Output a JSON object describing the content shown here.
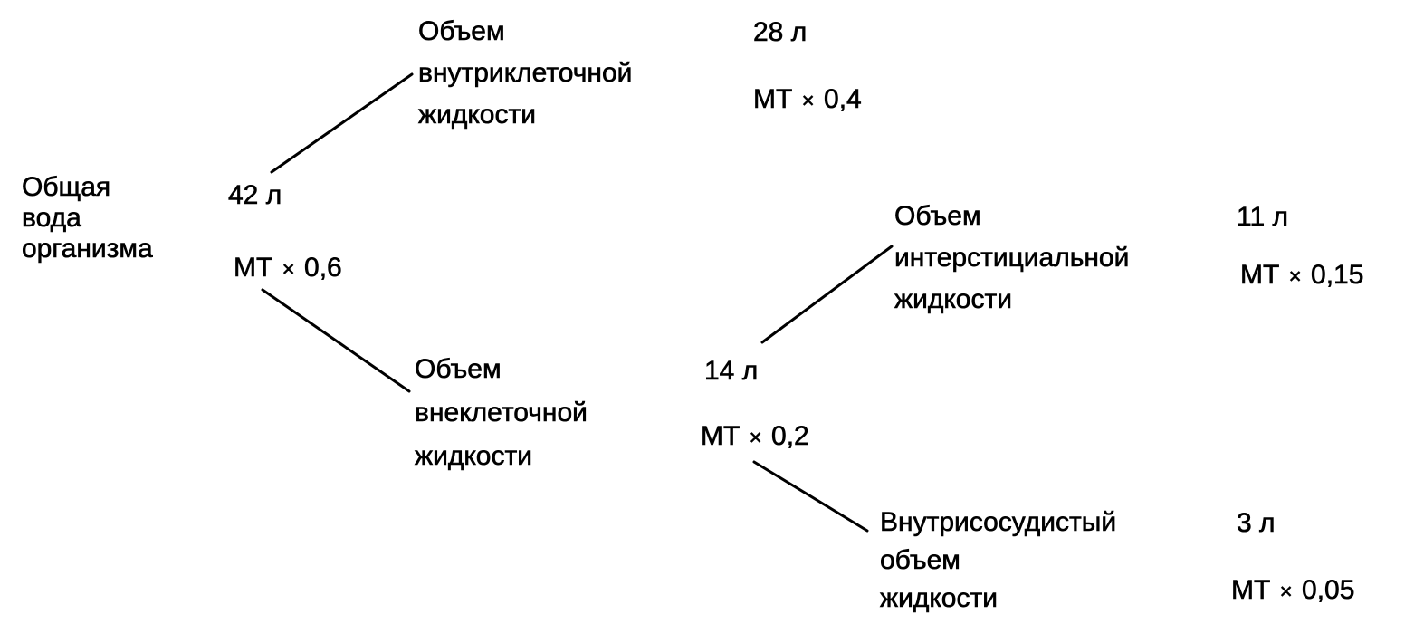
{
  "diagram": {
    "total": {
      "name_lines": [
        "Общая",
        "вода",
        "организма"
      ],
      "volume": "42 л",
      "formula": {
        "base": "МТ",
        "op": "×",
        "factor": "0,6"
      }
    },
    "intracellular": {
      "name_lines": [
        "Объем",
        "внутриклеточной",
        "жидкости"
      ],
      "volume": "28 л",
      "formula": {
        "base": "МТ",
        "op": "×",
        "factor": "0,4"
      }
    },
    "extracellular": {
      "name_lines": [
        "Объем",
        "внеклеточной",
        "жидкости"
      ],
      "volume": "14 л",
      "formula": {
        "base": "МТ",
        "op": "×",
        "factor": "0,2"
      }
    },
    "interstitial": {
      "name_lines": [
        "Объем",
        "интерстициальной",
        "жидкости"
      ],
      "volume": "11 л",
      "formula": {
        "base": "МТ",
        "op": "×",
        "factor": "0,15"
      }
    },
    "intravascular": {
      "name_lines": [
        "Внутрисосудистый",
        "объем",
        "жидкости"
      ],
      "volume": "3 л",
      "formula": {
        "base": "МТ",
        "op": "×",
        "factor": "0,05"
      }
    },
    "colors": {
      "ink": "#000000",
      "background": "#ffffff"
    }
  }
}
